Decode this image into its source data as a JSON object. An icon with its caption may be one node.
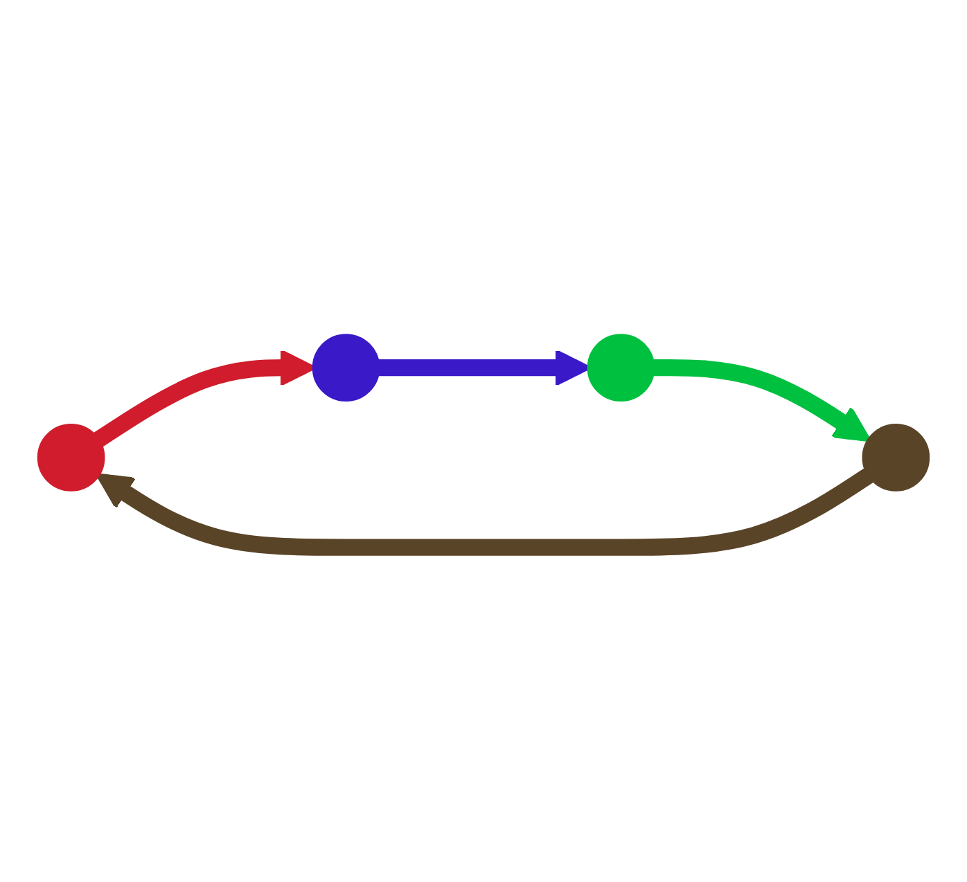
{
  "diagram": {
    "nodes": [
      {
        "text": [],
        "shape": "circle"
      },
      {
        "text": [],
        "shape": "circle"
      },
      {
        "text": [],
        "shape": "circle"
      },
      {
        "text": [],
        "shape": "circle"
      }
    ],
    "edges": [
      {
        "from": 0,
        "to": 1,
        "arrow": "to",
        "color": "#d01c2c"
      },
      {
        "from": 1,
        "to": 3,
        "arrow": "to",
        "color": "#3a19c8"
      },
      {
        "from": 2,
        "to": 0,
        "arrow": "to",
        "color": "#5a4428"
      },
      {
        "from": 3,
        "to": 2,
        "arrow": "to",
        "color": "#00c040"
      }
    ]
  }
}
